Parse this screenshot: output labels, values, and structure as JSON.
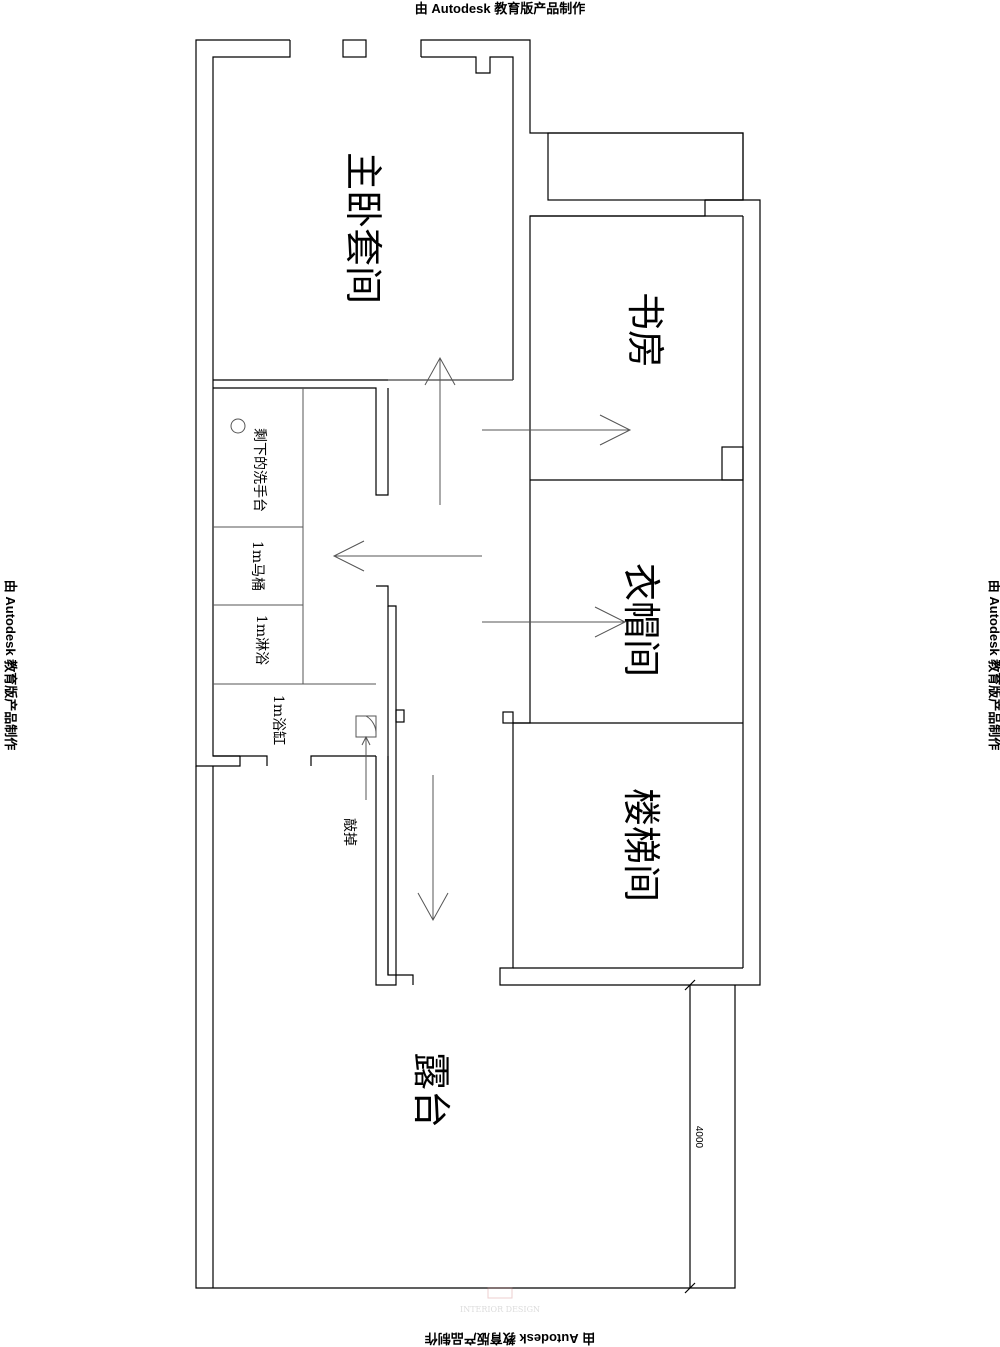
{
  "watermark": "由 Autodesk 教育版产品制作",
  "rooms": {
    "master": "主卧套间",
    "study": "书房",
    "wardrobe": "衣帽间",
    "stairs": "楼梯间",
    "terrace": "露台"
  },
  "fixtures": {
    "basin": "剩下的洗手台",
    "toilet": "1m马桶",
    "shower": "1m淋浴",
    "bathtub": "1m浴缸",
    "demolish": "敲掉"
  },
  "dimension": "4000",
  "logo": "INTERIOR DESIGN"
}
